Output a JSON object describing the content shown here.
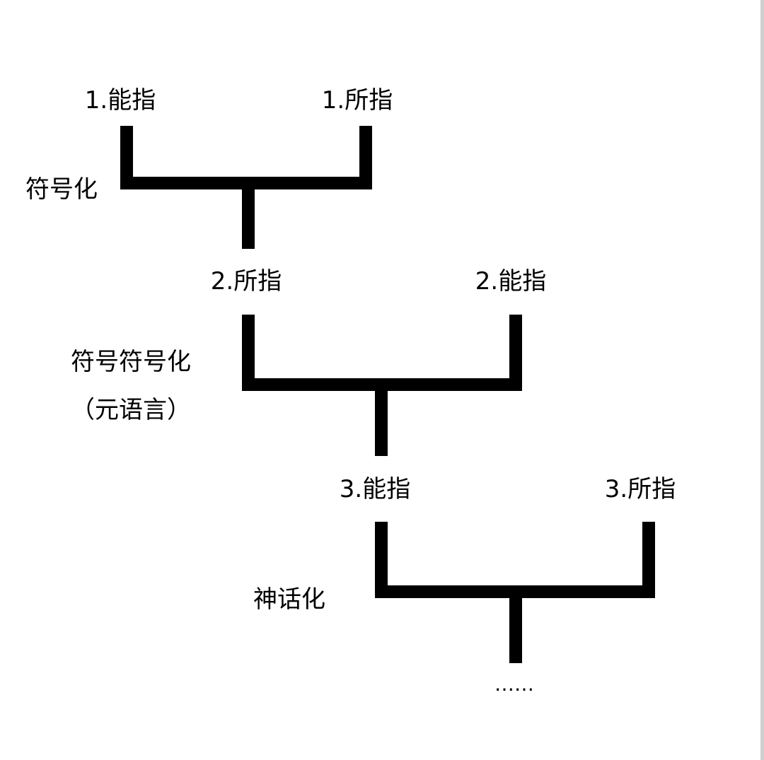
{
  "levels": [
    {
      "left": "1.能指",
      "right": "1.所指",
      "process": "符号化"
    },
    {
      "left": "2.所指",
      "right": "2.能指",
      "process": "符号符号化",
      "process_note": "（元语言）"
    },
    {
      "left": "3.能指",
      "right": "3.所指",
      "process": "神话化"
    }
  ],
  "continuation": "……"
}
